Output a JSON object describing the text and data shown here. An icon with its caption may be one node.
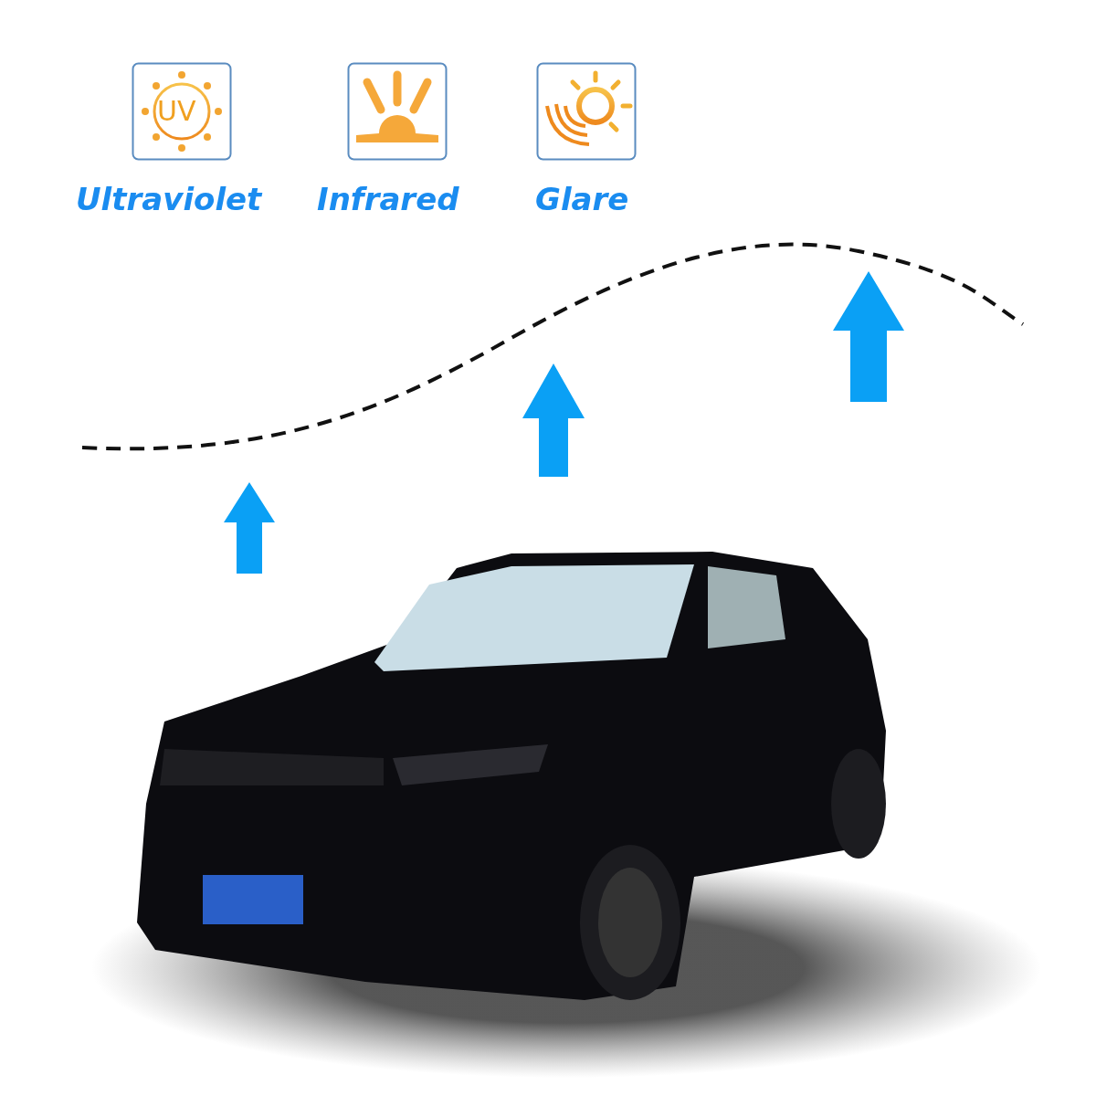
{
  "diagram": {
    "labels": [
      "UV",
      "Ultraviolet",
      "Infrared",
      "Glare"
    ]
  }
}
